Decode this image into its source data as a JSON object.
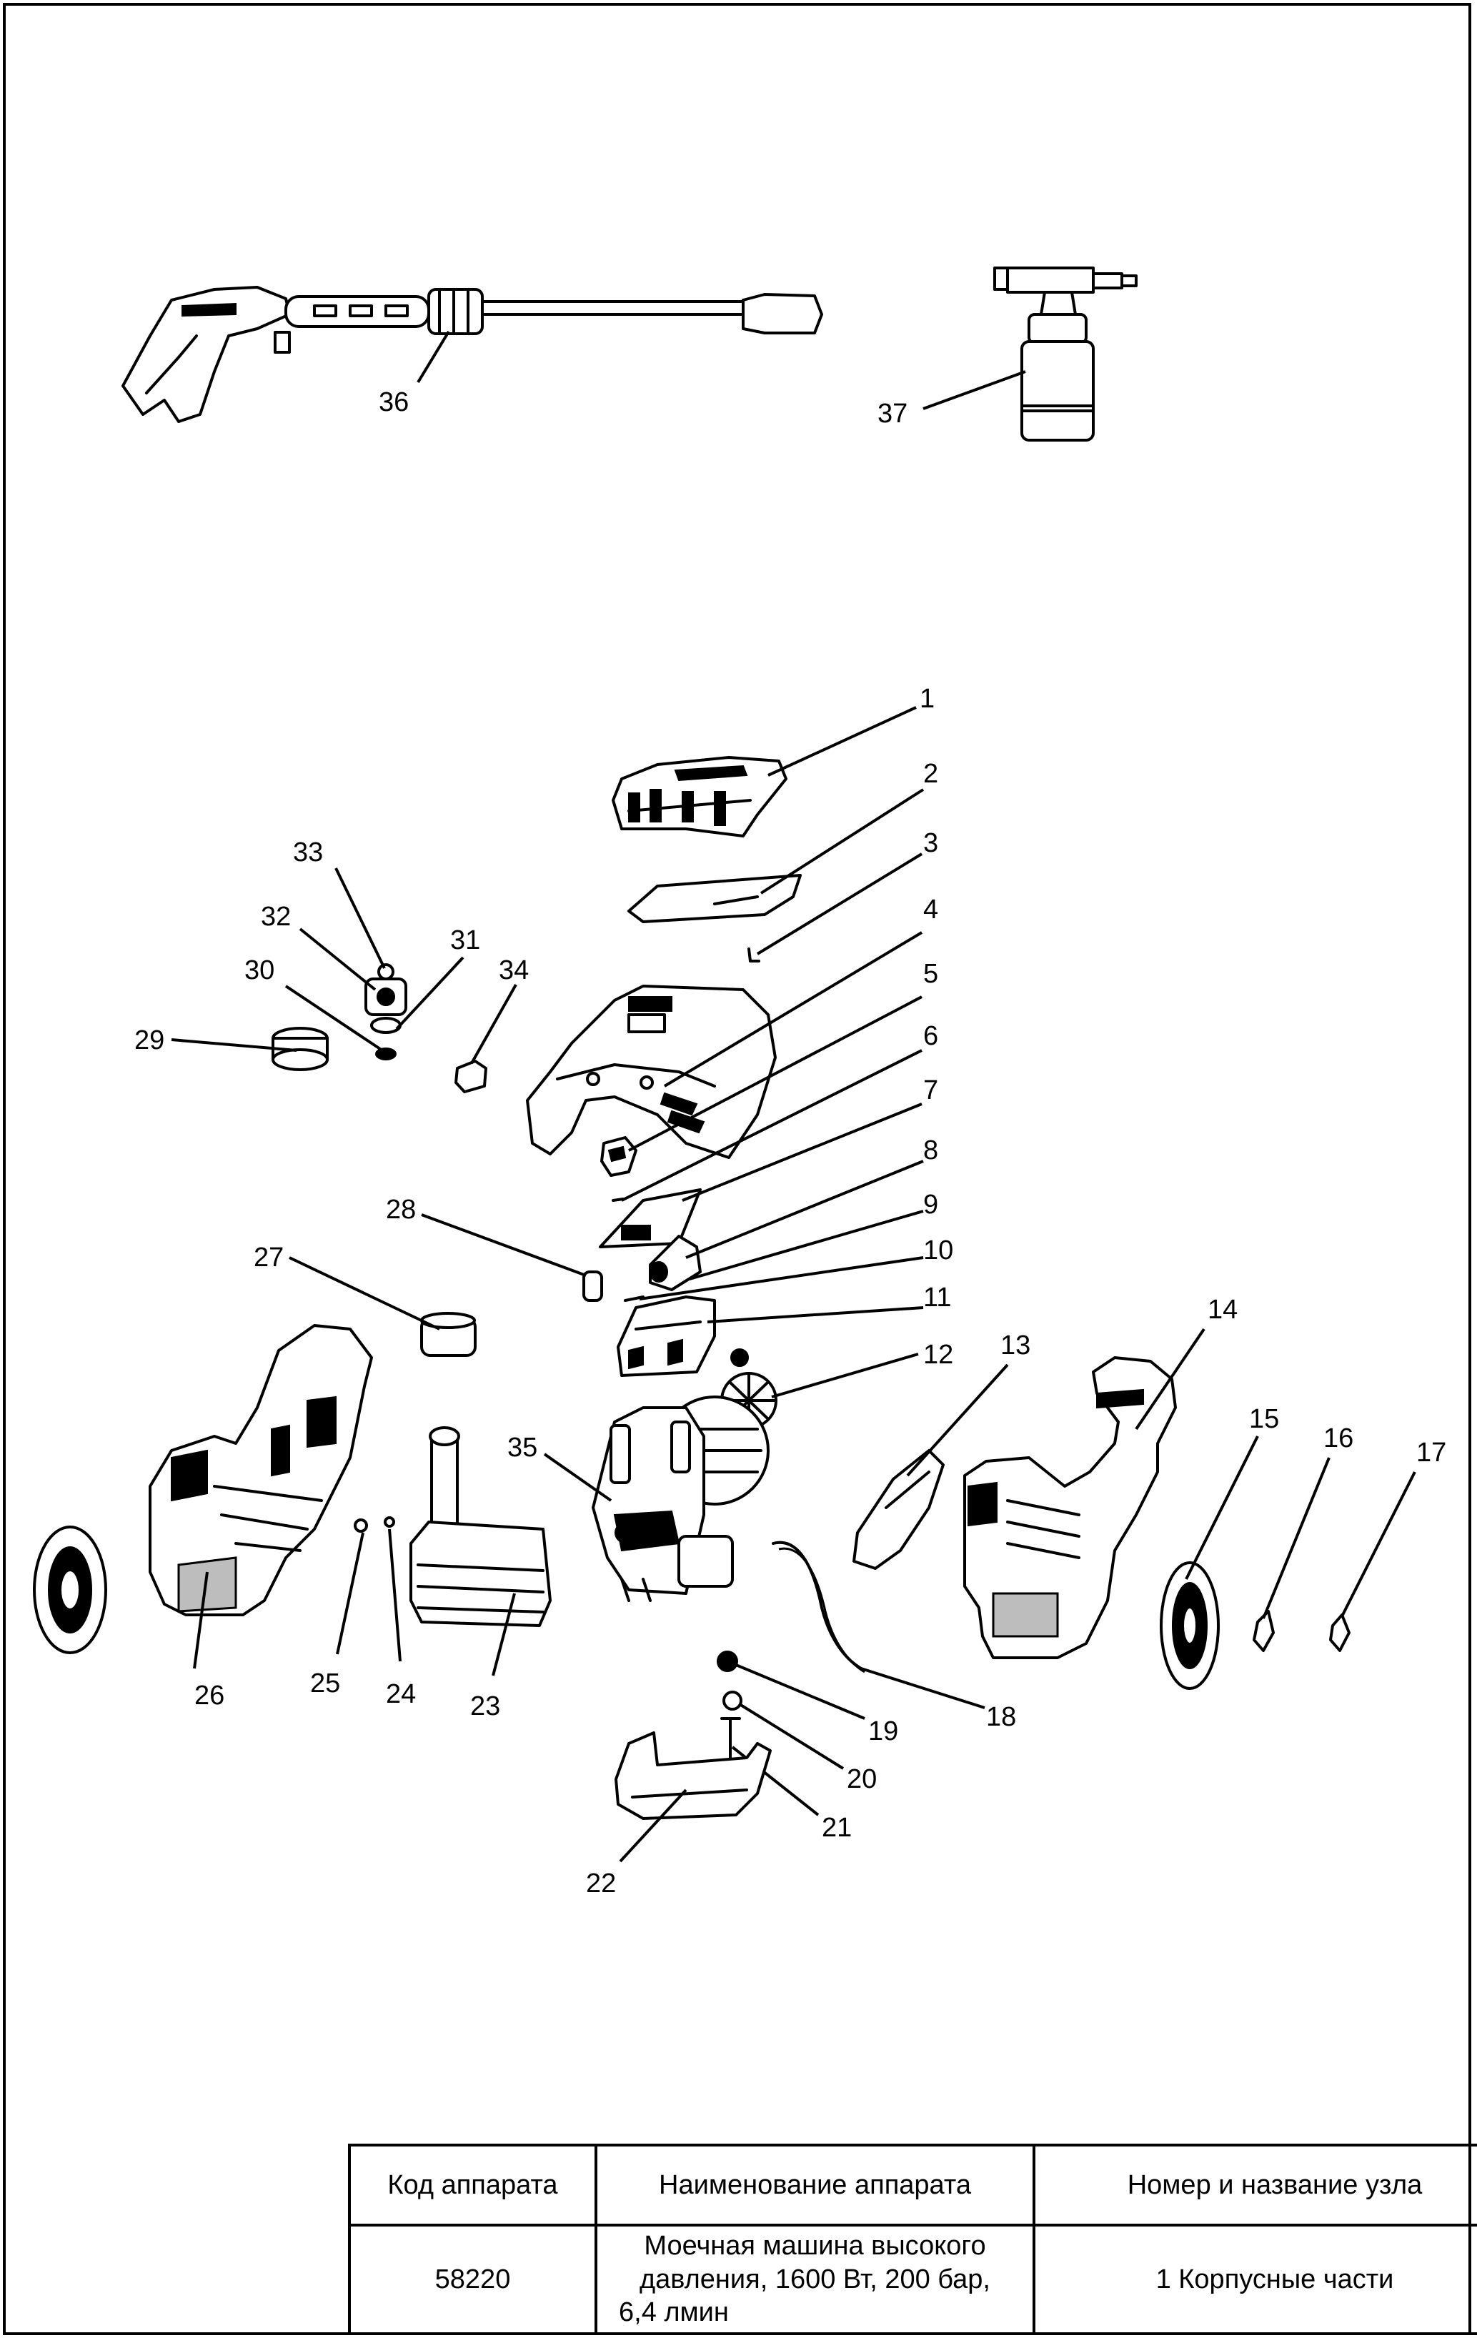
{
  "callouts": [
    "1",
    "2",
    "3",
    "4",
    "5",
    "6",
    "7",
    "8",
    "9",
    "10",
    "11",
    "12",
    "13",
    "14",
    "15",
    "16",
    "17",
    "18",
    "19",
    "20",
    "21",
    "22",
    "23",
    "24",
    "25",
    "26",
    "27",
    "28",
    "29",
    "30",
    "31",
    "32",
    "33",
    "34",
    "35",
    "36",
    "37"
  ],
  "table": {
    "headers": [
      "Код аппарата",
      "Наименование аппарата",
      "Номер и название узла"
    ],
    "row": {
      "code": "58220",
      "name_lines": [
        "Моечная машина высокого",
        "давления, 1600 Вт, 200 бар,",
        "6,4 лмин"
      ],
      "unit": "1 Корпусные части"
    }
  }
}
